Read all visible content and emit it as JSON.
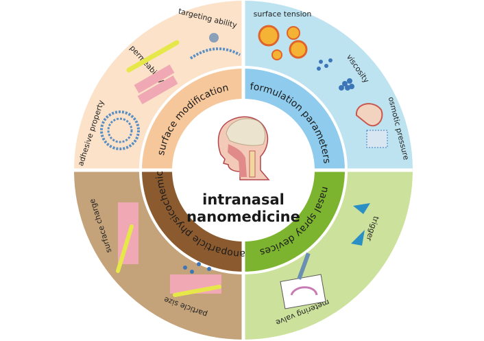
{
  "center": {
    "title_line1": "intranasal",
    "title_line2": "nanomedicine"
  },
  "quadrants": {
    "surface_modification": {
      "label": "surface modification",
      "items": [
        "adhesive property",
        "permeability",
        "targeting ability"
      ],
      "colors": {
        "outer": "#fbe2c9",
        "inner": "#f6c79b"
      }
    },
    "formulation_parameters": {
      "label": "formulation parameters",
      "items": [
        "surface tension",
        "viscosity",
        "osmotic pressure"
      ],
      "colors": {
        "outer": "#bde2f0",
        "inner": "#8ecbec"
      }
    },
    "nasal_spray_devices": {
      "label": "nasal spray devices",
      "items": [
        "trigger",
        "metering valve"
      ],
      "colors": {
        "outer": "#cce29c",
        "inner": "#7db42f"
      }
    },
    "nanoparticle_physicochemical": {
      "label": "nanoparticle physicochemical",
      "items": [
        "surface charge",
        "particle size"
      ],
      "colors": {
        "outer": "#c4a27a",
        "inner": "#8b5a2f"
      }
    }
  }
}
